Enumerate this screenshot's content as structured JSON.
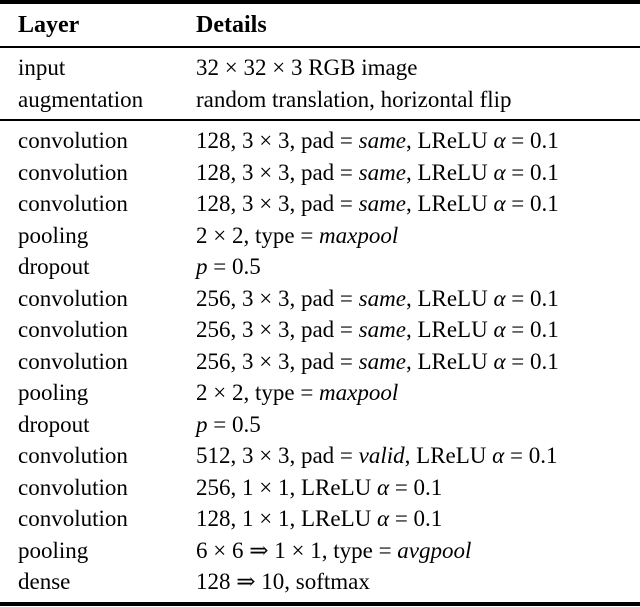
{
  "figure": {
    "type": "paper-architecture-table"
  },
  "colors": {
    "text": "#000000",
    "rules": "#000000",
    "background": "#ffffff"
  },
  "table": {
    "header": {
      "layer": "Layer",
      "details": "Details"
    },
    "sections": [
      {
        "rows": [
          {
            "layer": "input",
            "details": [
              {
                "t": "32 × 32 × 3 RGB image"
              }
            ]
          },
          {
            "layer": "augmentation",
            "details": [
              {
                "t": "random translation, horizontal flip"
              }
            ]
          }
        ]
      },
      {
        "rows": [
          {
            "layer": "convolution",
            "details": [
              {
                "t": "128, 3 × 3, pad = "
              },
              {
                "t": "same",
                "i": true
              },
              {
                "t": ", LReLU "
              },
              {
                "t": "α",
                "i": true
              },
              {
                "t": " = 0.1"
              }
            ]
          },
          {
            "layer": "convolution",
            "details": [
              {
                "t": "128, 3 × 3, pad = "
              },
              {
                "t": "same",
                "i": true
              },
              {
                "t": ", LReLU "
              },
              {
                "t": "α",
                "i": true
              },
              {
                "t": " = 0.1"
              }
            ]
          },
          {
            "layer": "convolution",
            "details": [
              {
                "t": "128, 3 × 3, pad = "
              },
              {
                "t": "same",
                "i": true
              },
              {
                "t": ", LReLU "
              },
              {
                "t": "α",
                "i": true
              },
              {
                "t": " = 0.1"
              }
            ]
          },
          {
            "layer": "pooling",
            "details": [
              {
                "t": "2 × 2, type = "
              },
              {
                "t": "maxpool",
                "i": true
              }
            ]
          },
          {
            "layer": "dropout",
            "details": [
              {
                "t": "p",
                "i": true
              },
              {
                "t": " = 0.5"
              }
            ]
          },
          {
            "layer": "convolution",
            "details": [
              {
                "t": "256, 3 × 3, pad = "
              },
              {
                "t": "same",
                "i": true
              },
              {
                "t": ", LReLU "
              },
              {
                "t": "α",
                "i": true
              },
              {
                "t": " = 0.1"
              }
            ]
          },
          {
            "layer": "convolution",
            "details": [
              {
                "t": "256, 3 × 3, pad = "
              },
              {
                "t": "same",
                "i": true
              },
              {
                "t": ", LReLU "
              },
              {
                "t": "α",
                "i": true
              },
              {
                "t": " = 0.1"
              }
            ]
          },
          {
            "layer": "convolution",
            "details": [
              {
                "t": "256, 3 × 3, pad = "
              },
              {
                "t": "same",
                "i": true
              },
              {
                "t": ", LReLU "
              },
              {
                "t": "α",
                "i": true
              },
              {
                "t": " = 0.1"
              }
            ]
          },
          {
            "layer": "pooling",
            "details": [
              {
                "t": "2 × 2, type = "
              },
              {
                "t": "maxpool",
                "i": true
              }
            ]
          },
          {
            "layer": "dropout",
            "details": [
              {
                "t": "p",
                "i": true
              },
              {
                "t": " = 0.5"
              }
            ]
          },
          {
            "layer": "convolution",
            "details": [
              {
                "t": "512, 3 × 3, pad = "
              },
              {
                "t": "valid",
                "i": true
              },
              {
                "t": ", LReLU "
              },
              {
                "t": "α",
                "i": true
              },
              {
                "t": " = 0.1"
              }
            ]
          },
          {
            "layer": "convolution",
            "details": [
              {
                "t": "256, 1 × 1, LReLU "
              },
              {
                "t": "α",
                "i": true
              },
              {
                "t": " = 0.1"
              }
            ]
          },
          {
            "layer": "convolution",
            "details": [
              {
                "t": "128, 1 × 1, LReLU "
              },
              {
                "t": "α",
                "i": true
              },
              {
                "t": " = 0.1"
              }
            ]
          },
          {
            "layer": "pooling",
            "details": [
              {
                "t": "6 × 6 ⇒ 1 × 1, type = "
              },
              {
                "t": "avgpool",
                "i": true
              }
            ]
          },
          {
            "layer": "dense",
            "details": [
              {
                "t": "128 ⇒ 10, softmax"
              }
            ]
          }
        ]
      }
    ]
  }
}
